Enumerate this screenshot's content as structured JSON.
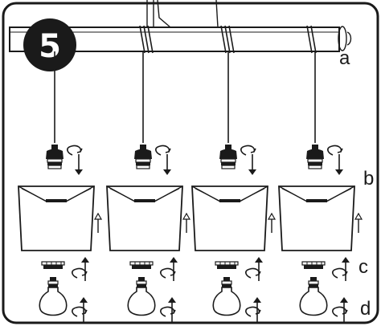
{
  "step": {
    "number": "5"
  },
  "labels": {
    "a": "a",
    "b": "b",
    "c": "c",
    "d": "d"
  },
  "pendants": [
    {
      "id": "pendant-1"
    },
    {
      "id": "pendant-2"
    },
    {
      "id": "pendant-3"
    },
    {
      "id": "pendant-4"
    }
  ],
  "colors": {
    "ink": "#1a1a1a",
    "background": "#ffffff",
    "badge": "#1a1a1a"
  },
  "icons": [
    "rotate-arrow-icon",
    "up-arrow-icon",
    "down-arrow-icon",
    "socket-icon",
    "lampshade-icon",
    "ring-icon",
    "bulb-icon"
  ]
}
